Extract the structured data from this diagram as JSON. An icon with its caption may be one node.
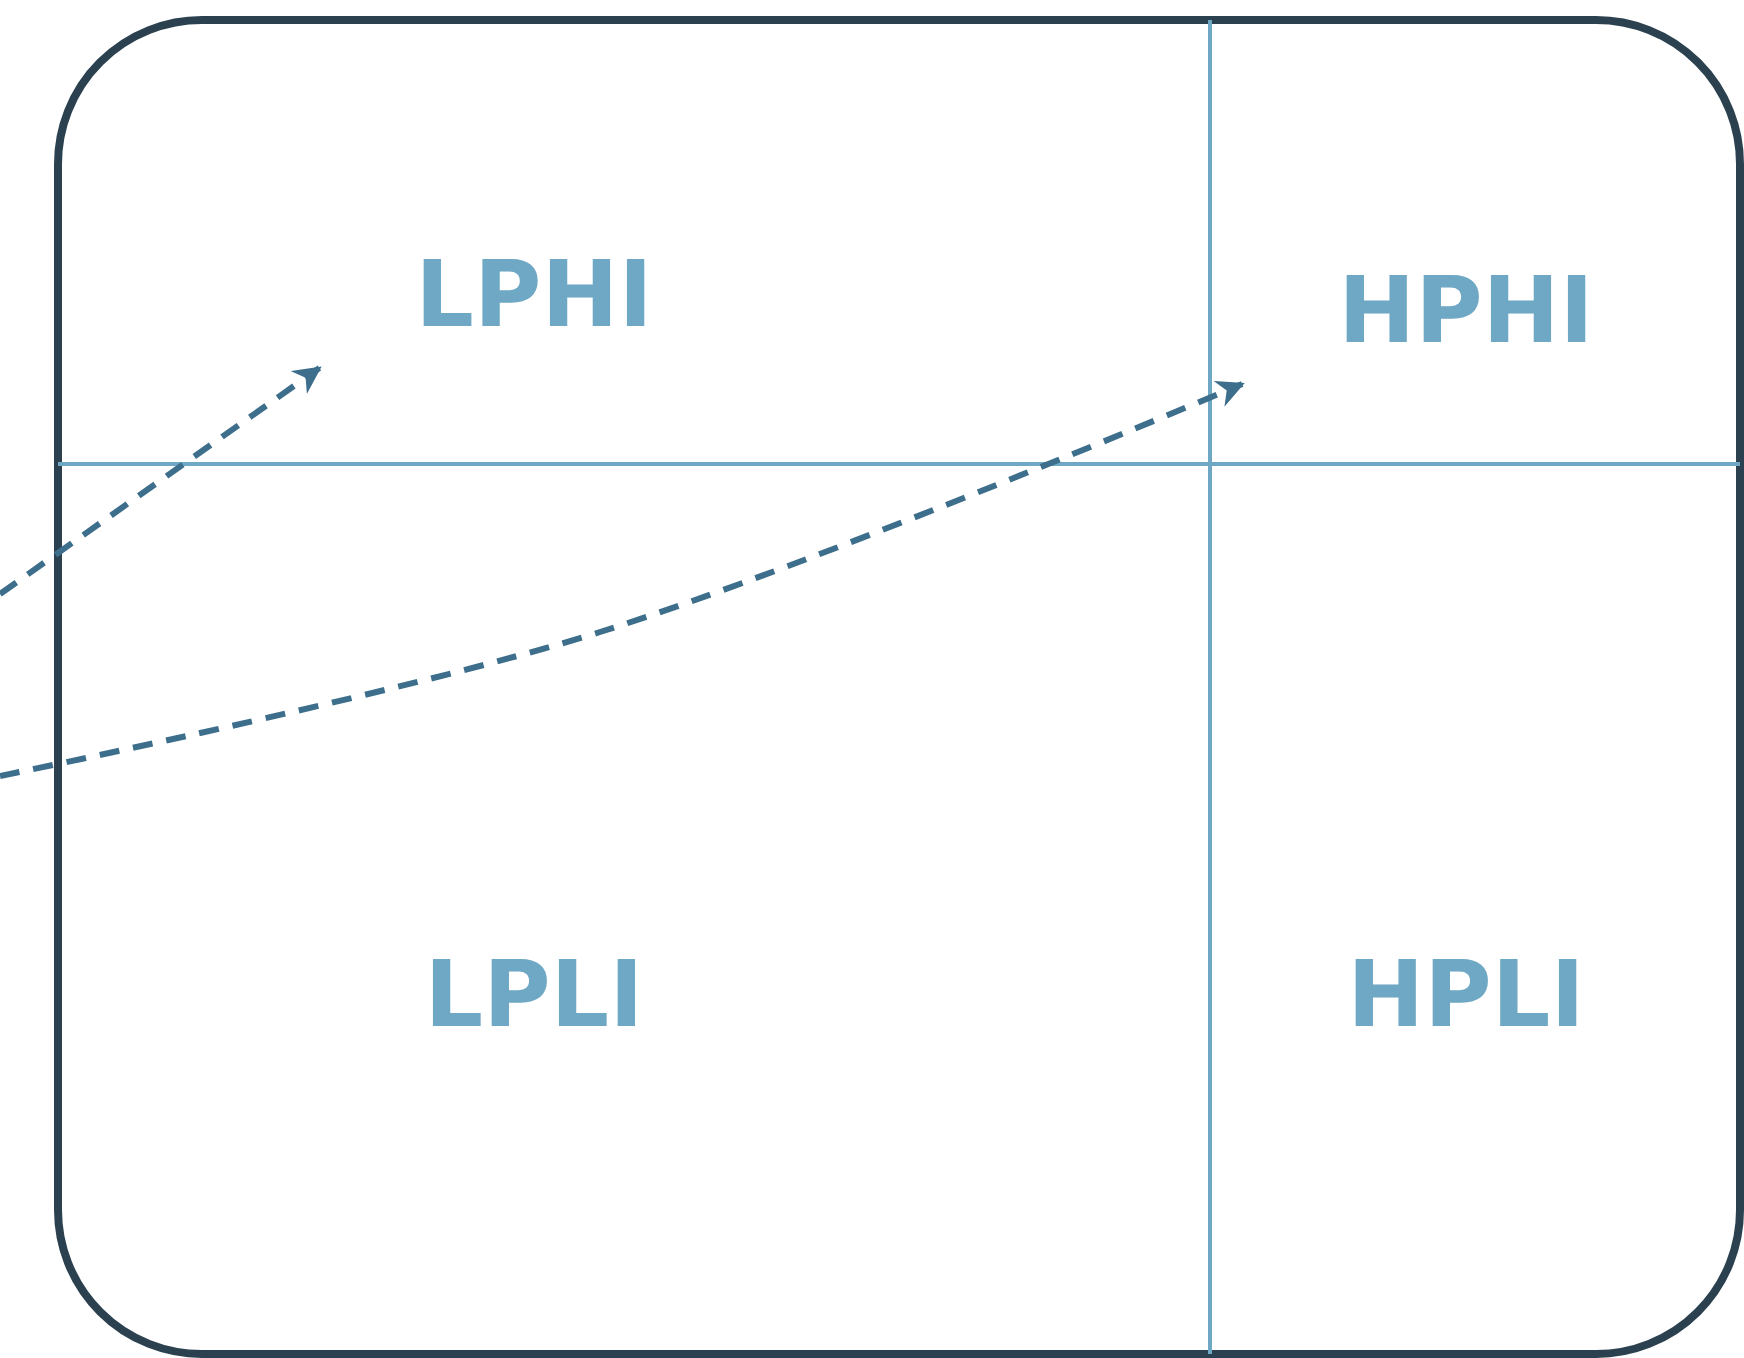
{
  "diagram": {
    "nodes": [
      {
        "text": [],
        "shape": "box"
      },
      {
        "text": [
          "LPHI"
        ],
        "in": 0
      },
      {
        "text": [
          "HPHI"
        ],
        "in": 0
      },
      {
        "text": [
          "LPLI"
        ],
        "in": 0
      },
      {
        "text": [
          "HPLI"
        ],
        "in": 0
      }
    ],
    "edges": [
      {
        "from": null,
        "to": 1,
        "arrow": "to",
        "style": "dashed"
      },
      {
        "from": null,
        "to": 2,
        "arrow": "to",
        "style": "dashed"
      }
    ]
  }
}
